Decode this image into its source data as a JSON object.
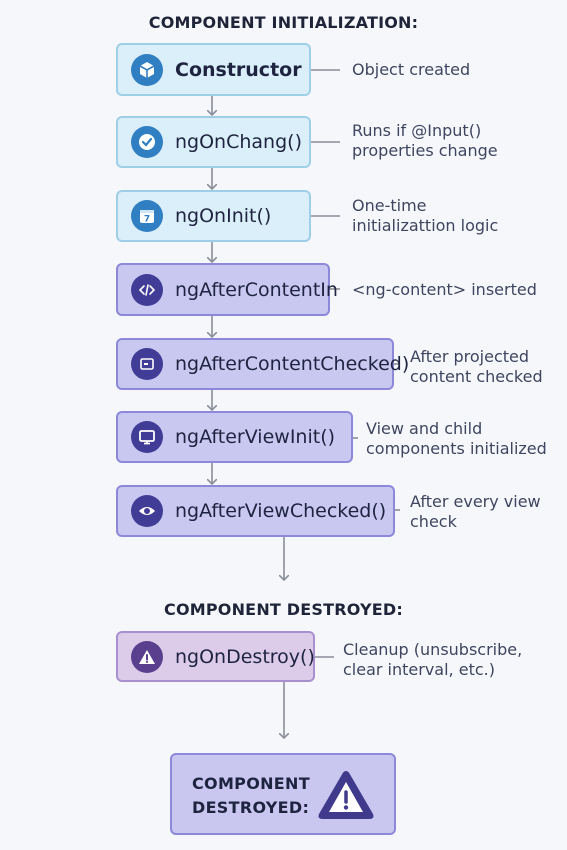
{
  "headings": {
    "init": "COMPONENT INITIALIZATION:",
    "destroyed": "COMPONENT DESTROYED:"
  },
  "steps": [
    {
      "label": "Constructor",
      "note_lines": [
        "Object created"
      ],
      "icon": "cube-icon"
    },
    {
      "label": "ngOnChang()",
      "note_lines": [
        "Runs if @Input()",
        "properties change"
      ],
      "icon": "check-circle-icon"
    },
    {
      "label": "ngOnInit()",
      "note_lines": [
        "One-time",
        "initializattion logic"
      ],
      "icon": "calendar-icon"
    },
    {
      "label": "ngAfterContentIn",
      "note_lines": [
        "<ng-content> inserted"
      ],
      "icon": "code-icon"
    },
    {
      "label": "ngAfterContentChecked)",
      "note_lines": [
        "After projected",
        "content checked"
      ],
      "icon": "window-icon"
    },
    {
      "label": "ngAfterViewInit()",
      "note_lines": [
        "View and child",
        "components initialized"
      ],
      "icon": "monitor-icon"
    },
    {
      "label": "ngAfterViewChecked()",
      "note_lines": [
        "After every view",
        "check"
      ],
      "icon": "eye-icon"
    }
  ],
  "destroy_step": {
    "label": "ngOnDestroy()",
    "note_lines": [
      "Cleanup (unsubscribe,",
      "clear interval, etc.)"
    ],
    "icon": "warning-icon"
  },
  "final": {
    "lines": [
      "COMPONENT",
      "DESTROYED:"
    ],
    "icon": "warning-triangle-icon"
  },
  "colors": {
    "light_box": "#dbeffa",
    "purple_box": "#c8c8f1",
    "pink_box": "#ddcbea",
    "icon_blue": "#2f7fc2",
    "icon_indigo": "#413d96",
    "connector": "#8a8e99"
  }
}
